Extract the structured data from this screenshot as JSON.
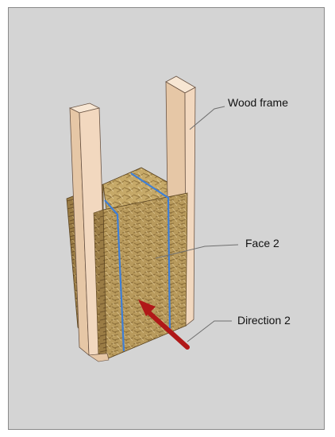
{
  "labels": {
    "wood_frame": "Wood frame",
    "face": "Face 2",
    "direction": "Direction 2"
  },
  "colors": {
    "background": "#d4d4d4",
    "frame_wood": "#f2d8bf",
    "straw": "#b89a5c",
    "binding_twine": "#3f7fd6",
    "arrow": "#b01818"
  }
}
